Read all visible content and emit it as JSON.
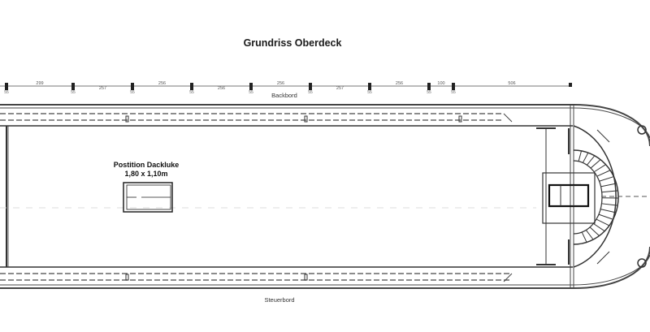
{
  "title": "Grundriss Oberdeck",
  "side_labels": {
    "port": "Backbord",
    "starboard": "Steuerbord"
  },
  "hatch": {
    "label": "Postition Dackluke",
    "size": "1,80 x 1,10m"
  },
  "dimensions": {
    "segments": [
      "299",
      "257",
      "256",
      "256",
      "256",
      "257",
      "256",
      "100",
      "506"
    ],
    "tick_label": "55"
  }
}
